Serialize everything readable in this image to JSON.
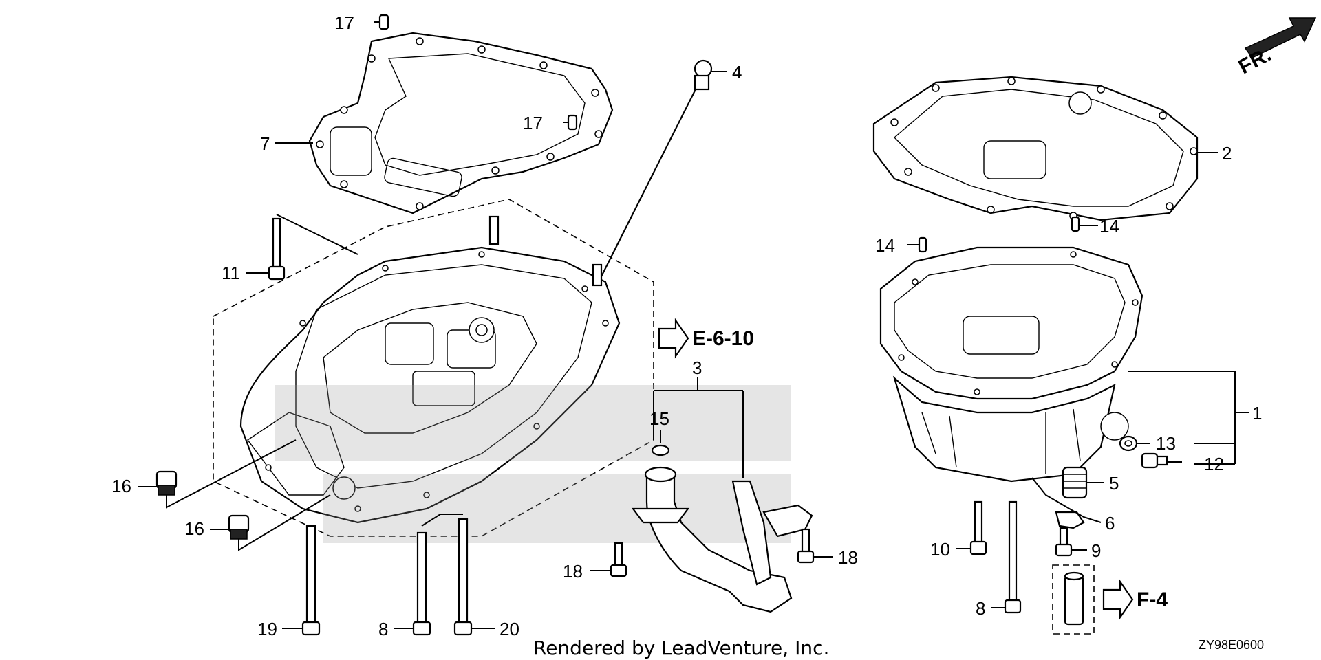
{
  "diagram": {
    "credit": "Rendered by LeadVenture, Inc.",
    "diagram_code": "ZY98E0600",
    "front_indicator": "FR.",
    "references": {
      "ref_e": "E-6-10",
      "ref_f": "F-4"
    },
    "callouts": {
      "c1": "1",
      "c2": "2",
      "c3": "3",
      "c4": "4",
      "c5": "5",
      "c6": "6",
      "c7": "7",
      "c8a": "8",
      "c8b": "8",
      "c9": "9",
      "c10": "10",
      "c11": "11",
      "c12": "12",
      "c13": "13",
      "c14a": "14",
      "c14b": "14",
      "c15": "15",
      "c16a": "16",
      "c16b": "16",
      "c17a": "17",
      "c17b": "17",
      "c18a": "18",
      "c18b": "18",
      "c19": "19",
      "c20": "20"
    }
  }
}
